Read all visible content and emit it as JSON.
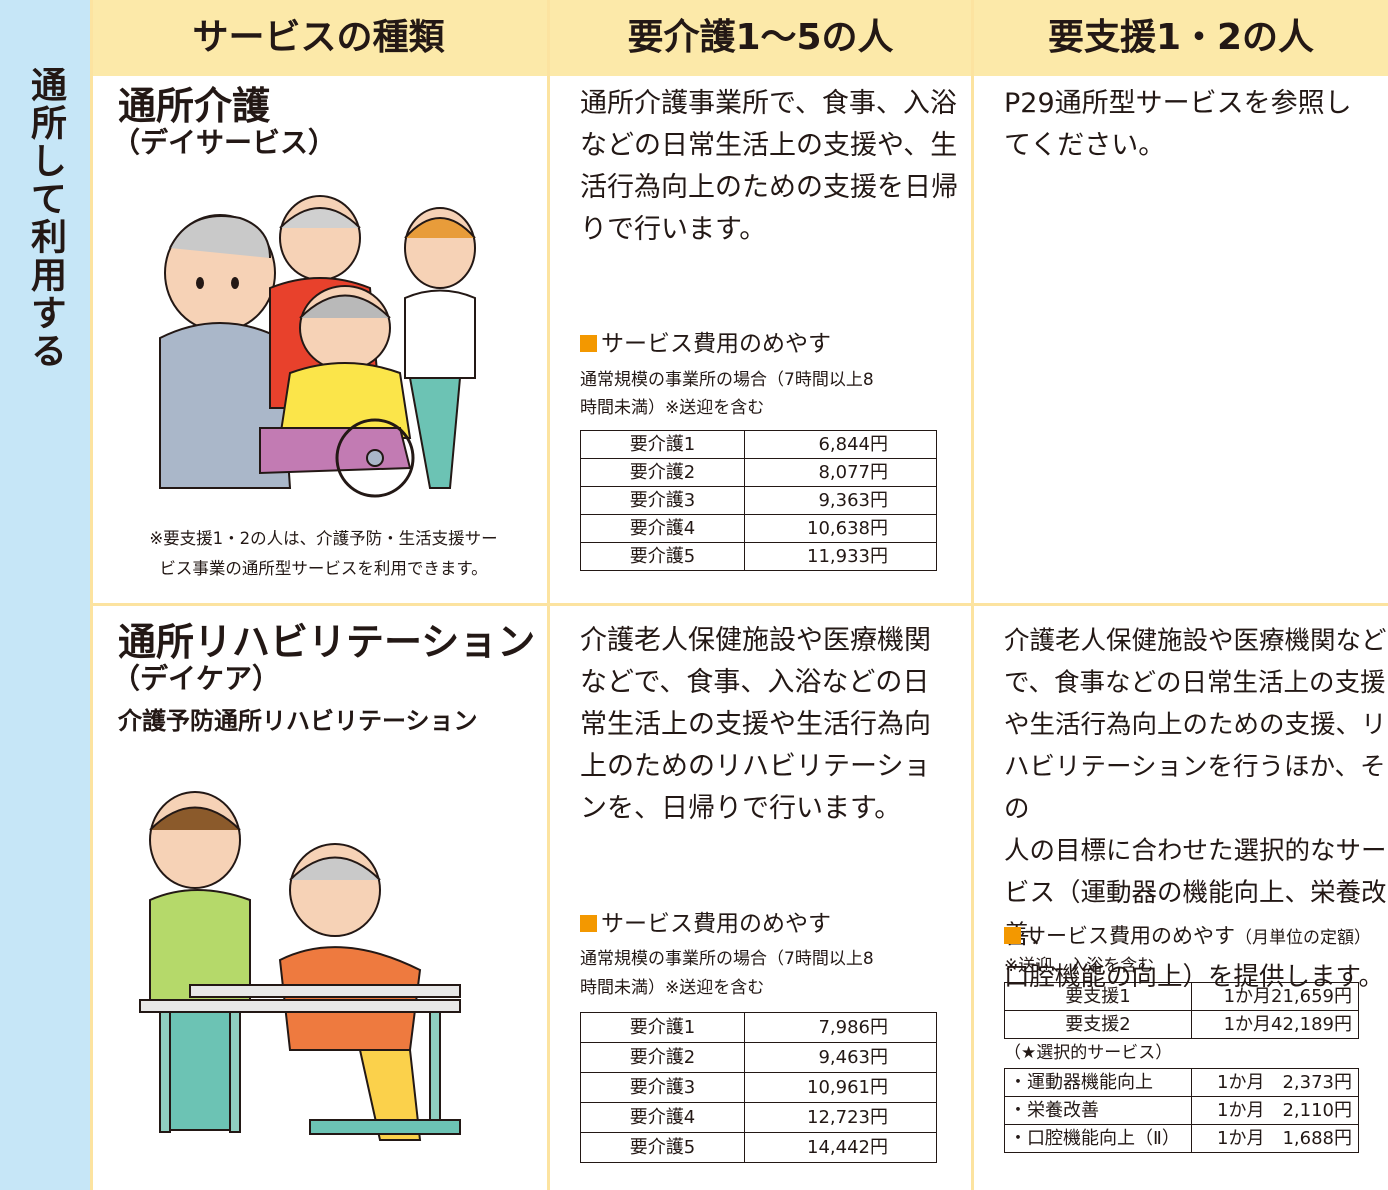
{
  "side_label": "通所して利用する",
  "header": {
    "col1": "サービスの種類",
    "col2": "要介護1〜5の人",
    "col3": "要支援1・2の人"
  },
  "row1": {
    "title": "通所介護",
    "subtitle": "（デイサービス）",
    "note_line1": "※要支援1・2の人は、介護予防・生活支援サー",
    "note_line2": "ビス事業の通所型サービスを利用できます。",
    "desc": [
      "通所介護事業所で、食事、入浴",
      "などの日常生活上の支援や、生",
      "活行為向上のための支援を日帰",
      "りで行います。"
    ],
    "fee_title": "サービス費用のめやす",
    "fee_note1": "通常規模の事業所の場合（7時間以上8",
    "fee_note2": "時間未満）※送迎を含む",
    "fees": [
      {
        "label": "要介護1",
        "value": "6,844円"
      },
      {
        "label": "要介護2",
        "value": "8,077円"
      },
      {
        "label": "要介護3",
        "value": "9,363円"
      },
      {
        "label": "要介護4",
        "value": "10,638円"
      },
      {
        "label": "要介護5",
        "value": "11,933円"
      }
    ],
    "col3_desc": [
      "P29通所型サービスを参照し",
      "てください。"
    ]
  },
  "row2": {
    "title": "通所リハビリテーション",
    "subtitle": "（デイケア）",
    "sub2": "介護予防通所リハビリテーション",
    "desc": [
      "介護老人保健施設や医療機関",
      "などで、食事、入浴などの日",
      "常生活上の支援や生活行為向",
      "上のためのリハビリテーショ",
      "ンを、日帰りで行います。"
    ],
    "fee_title": "サービス費用のめやす",
    "fee_note1": "通常規模の事業所の場合（7時間以上8",
    "fee_note2": "時間未満）※送迎を含む",
    "fees": [
      {
        "label": "要介護1",
        "value": "7,986円"
      },
      {
        "label": "要介護2",
        "value": "9,463円"
      },
      {
        "label": "要介護3",
        "value": "10,961円"
      },
      {
        "label": "要介護4",
        "value": "12,723円"
      },
      {
        "label": "要介護5",
        "value": "14,442円"
      }
    ],
    "col3_desc": [
      "介護老人保健施設や医療機関など",
      "で、食事などの日常生活上の支援",
      "や生活行為向上のための支援、リ",
      "ハビリテーションを行うほか、その",
      "人の目標に合わせた選択的なサー",
      "ビス（運動器の機能向上、栄養改善、",
      "口腔機能の向上）を提供します。"
    ],
    "col3_fee_title": "サービス費用のめやす",
    "col3_fee_title_small": "（月単位の定額）",
    "col3_fee_note": "※送迎、入浴を含む",
    "col3_fees": [
      {
        "label": "要支援1",
        "value": "1か月21,659円"
      },
      {
        "label": "要支援2",
        "value": "1か月42,189円"
      }
    ],
    "selective_label": "（★選択的サービス）",
    "selective_fees": [
      {
        "label": "・運動器機能向上",
        "value": "1か月　2,373円"
      },
      {
        "label": "・栄養改善",
        "value": "1か月　2,110円"
      },
      {
        "label": "・口腔機能向上（Ⅱ）",
        "value": "1か月　1,688円"
      }
    ]
  }
}
